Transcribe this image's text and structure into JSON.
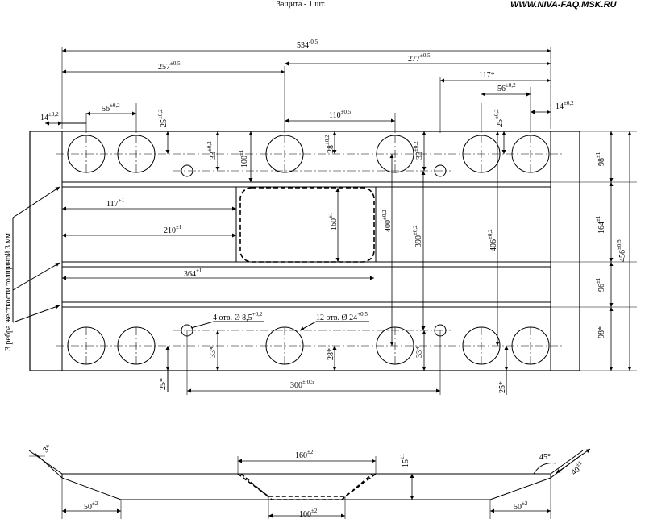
{
  "header": {
    "title": "Защита - 1 шт.",
    "site": "WWW.NIVA-FAQ.MSK.RU"
  },
  "top_view": {
    "dims_horizontal": {
      "d534": {
        "v": "534",
        "t": "-0,5"
      },
      "d257": {
        "v": "257",
        "t": "±0,5"
      },
      "d277": {
        "v": "277",
        "t": "±0,5"
      },
      "d117s": {
        "v": "117*",
        "t": ""
      },
      "d56l": {
        "v": "56",
        "t": "±0,2"
      },
      "d56r": {
        "v": "56",
        "t": "±0,2"
      },
      "d14l": {
        "v": "14",
        "t": "±0,2"
      },
      "d14r": {
        "v": "14",
        "t": "±0,2"
      },
      "d110": {
        "v": "110",
        "t": "±0,5"
      },
      "d117": {
        "v": "117",
        "t": "+1"
      },
      "d210": {
        "v": "210",
        "t": "±1"
      },
      "d364": {
        "v": "364",
        "t": "±1"
      },
      "d300": {
        "v": "300",
        "t": "± 0,5"
      }
    },
    "dims_vertical": {
      "d25l": {
        "v": "25",
        "t": "±0,2"
      },
      "d25r": {
        "v": "25",
        "t": "±0,2"
      },
      "d33l": {
        "v": "33",
        "t": "±0,2"
      },
      "d33r": {
        "v": "33",
        "t": "±0,2"
      },
      "d28t": {
        "v": "28",
        "t": "±0,2"
      },
      "d100": {
        "v": "100",
        "t": "±1"
      },
      "d160": {
        "v": "160",
        "t": "±1"
      },
      "d400": {
        "v": "400",
        "t": "±0,2"
      },
      "d390": {
        "v": "390",
        "t": "±0,2"
      },
      "d406": {
        "v": "406",
        "t": "±0,2"
      },
      "d98t": {
        "v": "98",
        "t": "±1"
      },
      "d164": {
        "v": "164",
        "t": "±1"
      },
      "d96": {
        "v": "96",
        "t": "±1"
      },
      "d98b": {
        "v": "98*",
        "t": ""
      },
      "d456": {
        "v": "456",
        "t": "±0,5"
      },
      "d33bl": {
        "v": "33*",
        "t": ""
      },
      "d28b": {
        "v": "28*",
        "t": ""
      },
      "d33br": {
        "v": "33*",
        "t": ""
      },
      "d25bl": {
        "v": "25*",
        "t": ""
      },
      "d25br": {
        "v": "25*",
        "t": ""
      }
    },
    "notes": {
      "holes_small": {
        "v": "4 отв. Ø 8,5",
        "t": "+0,2"
      },
      "holes_large": {
        "v": "12 отв. Ø 24",
        "t": "+0,5"
      },
      "ribs": "3 ребра жесткости толщиной 3 мм"
    }
  },
  "side_view": {
    "d160": {
      "v": "160",
      "t": "±2"
    },
    "d100": {
      "v": "100",
      "t": "±2"
    },
    "d50l": {
      "v": "50",
      "t": "±2"
    },
    "d50r": {
      "v": "50",
      "t": "±2"
    },
    "d15": {
      "v": "15",
      "t": "±1"
    },
    "d40": {
      "v": "40",
      "t": "±1"
    },
    "angle45": "45°",
    "d3": "3*"
  }
}
